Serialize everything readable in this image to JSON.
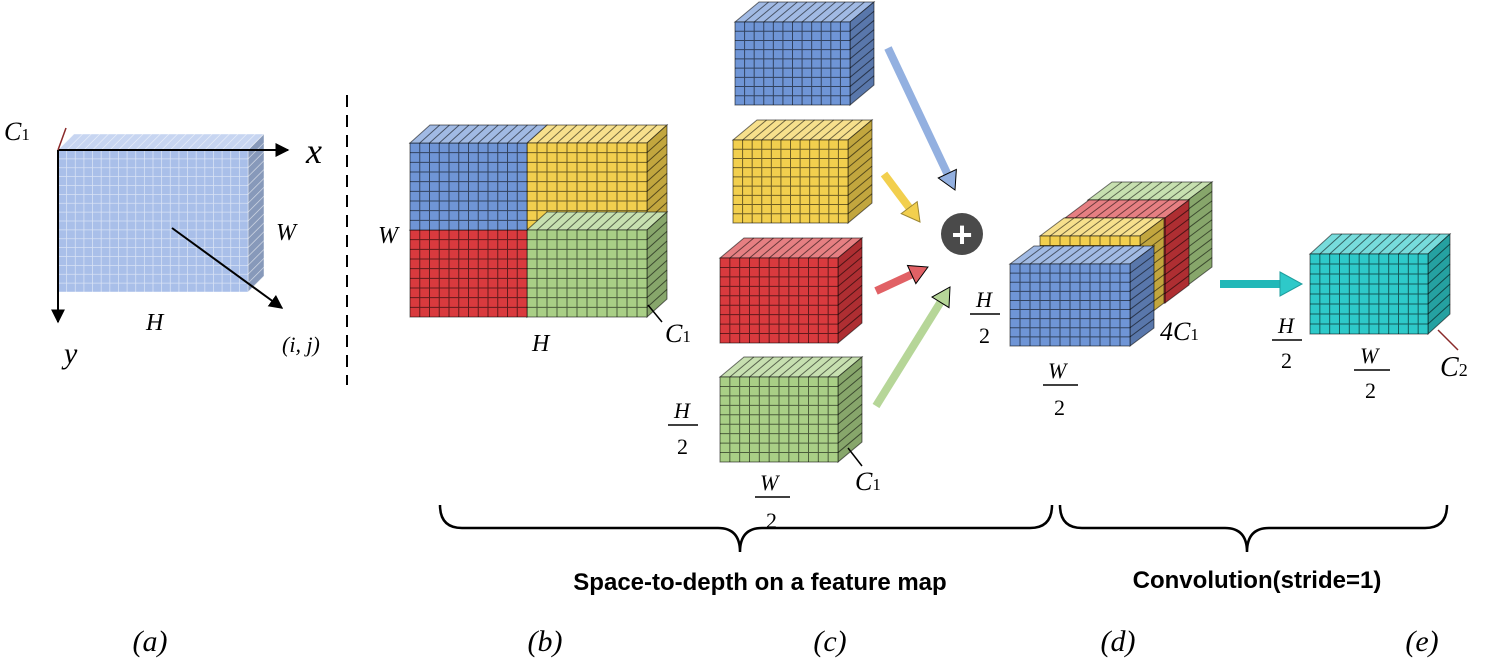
{
  "colors": {
    "blue": "#6f95d6",
    "yellow": "#f2cf4e",
    "red": "#d93a3e",
    "green": "#a9cf86",
    "cyan": "#2ec9c9",
    "lightblue": "#a9bfe9"
  },
  "panel_a": {
    "c_label": "C",
    "c_sub": "1",
    "x_label": "x",
    "y_label": "y",
    "w_label": "W",
    "h_label": "H",
    "ij_label": "(i, j)"
  },
  "panel_b": {
    "w_label": "W",
    "h_label": "H",
    "c_label": "C",
    "c_sub": "1"
  },
  "panel_c": {
    "h_num": "H",
    "h_den": "2",
    "w_num": "W",
    "w_den": "2",
    "c_label": "C",
    "c_sub": "1",
    "plus_symbol": "+"
  },
  "panel_d": {
    "h_num": "H",
    "h_den": "2",
    "w_num": "W",
    "w_den": "2",
    "c_label": "4C",
    "c_sub": "1"
  },
  "panel_e": {
    "h_num": "H",
    "h_den": "2",
    "w_num": "W",
    "w_den": "2",
    "c_label": "C",
    "c_sub": "2"
  },
  "brace_labels": {
    "left": "Space-to-depth on a feature map",
    "right": "Convolution(stride=1)"
  },
  "captions": [
    "(a)",
    "(b)",
    "(c)",
    "(d)",
    "(e)"
  ]
}
